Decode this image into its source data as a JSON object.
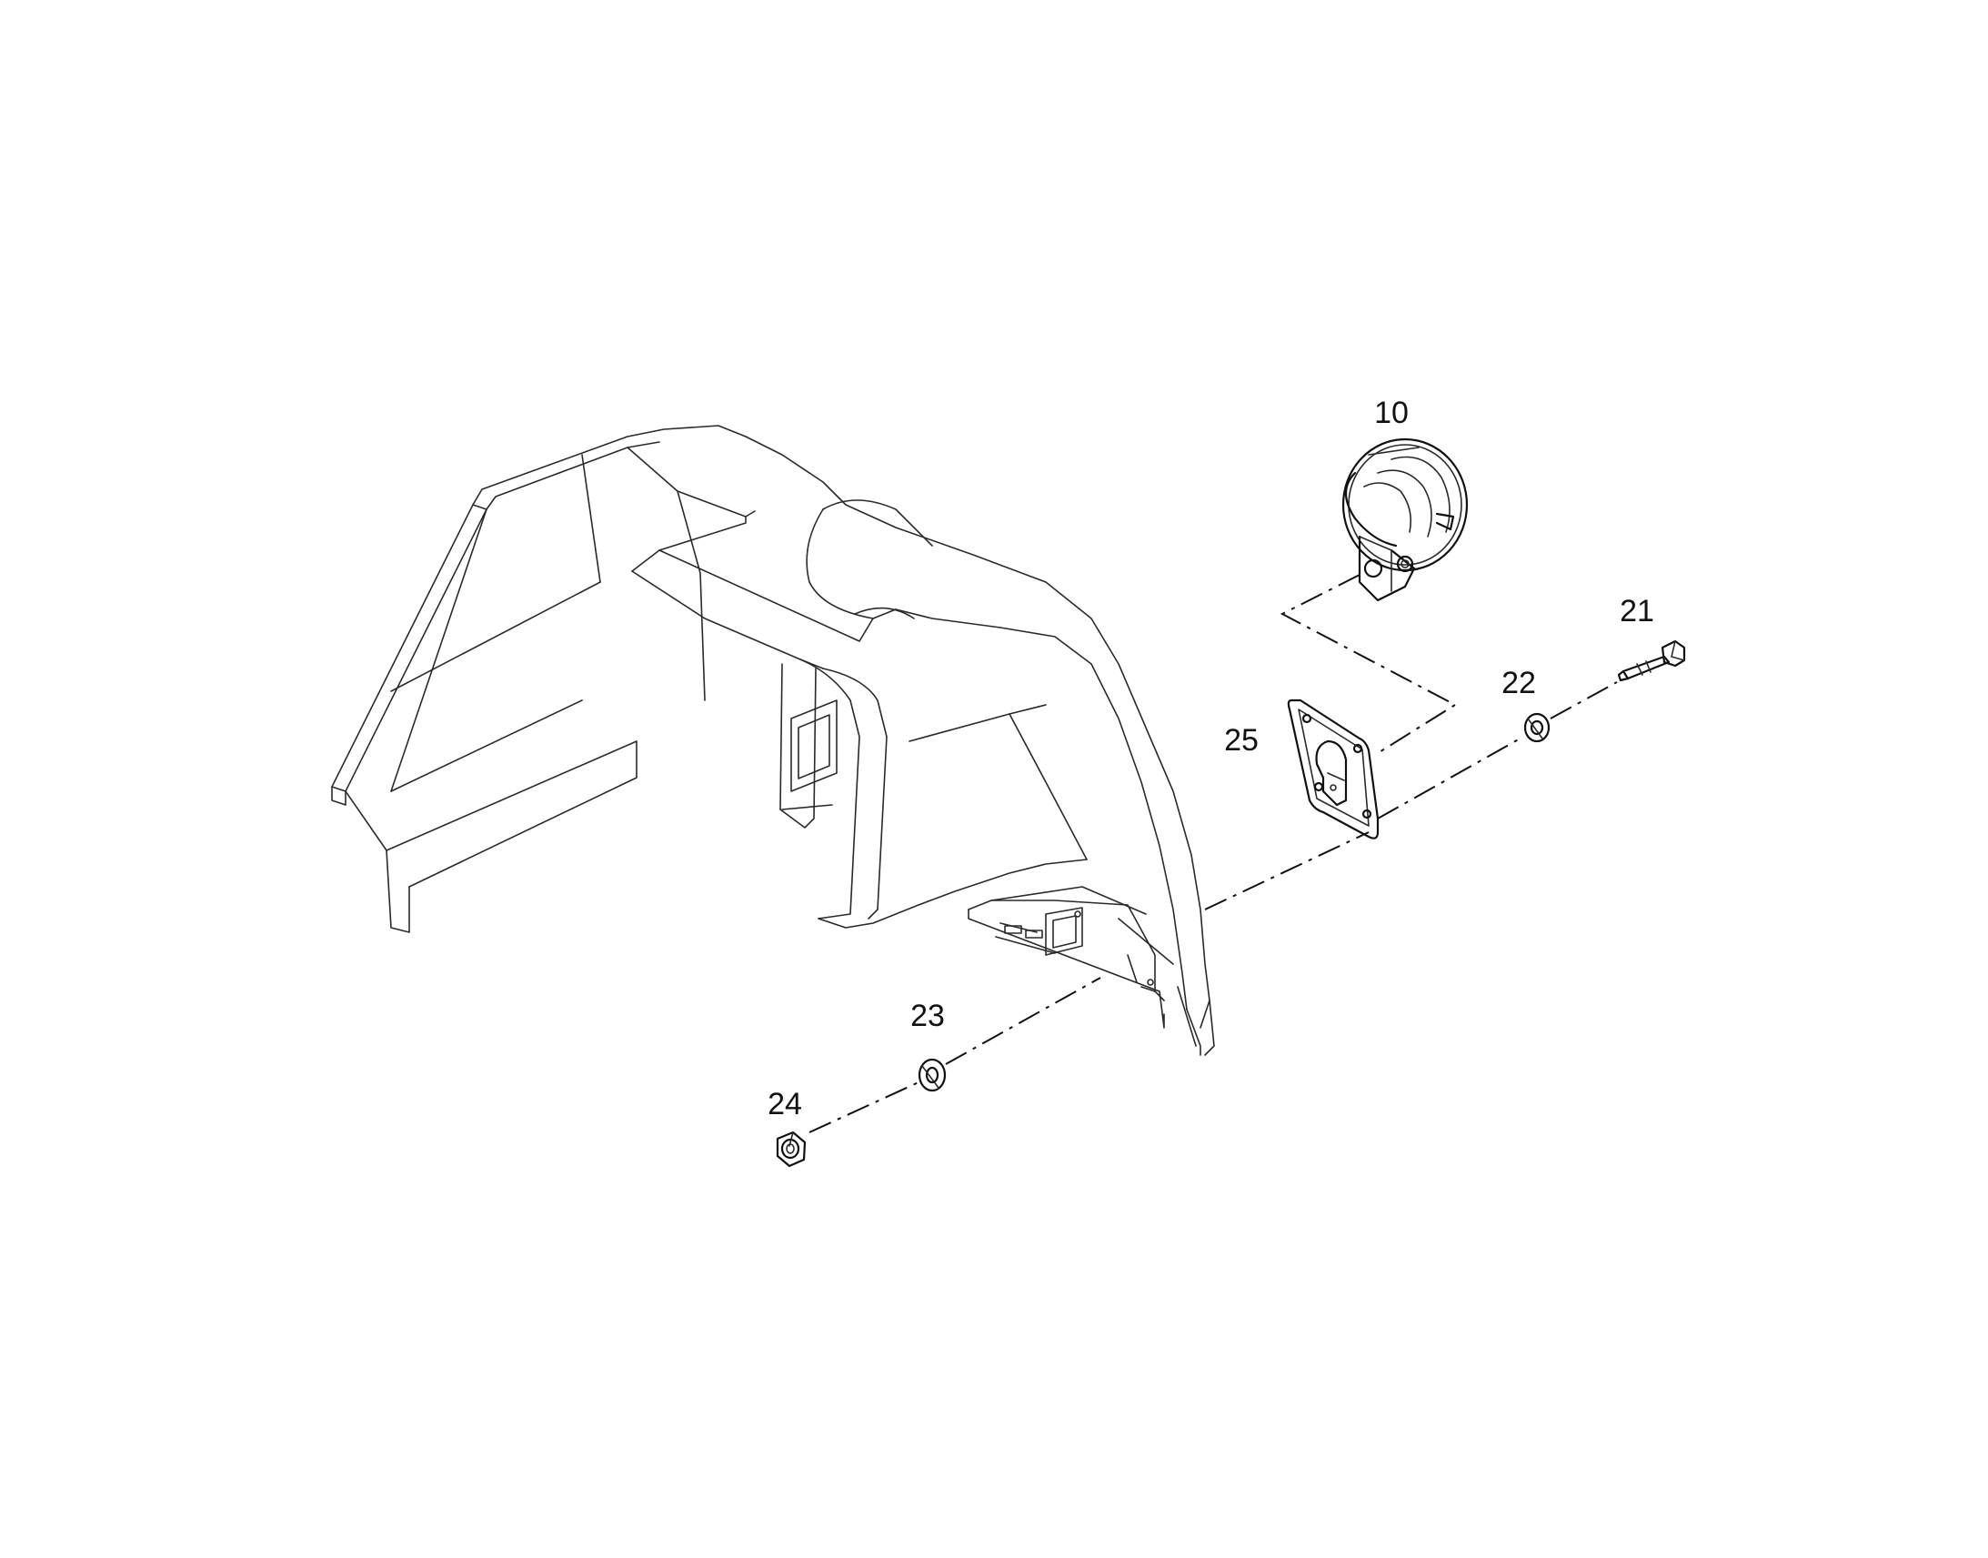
{
  "diagram": {
    "callouts": {
      "light": "10",
      "bolt": "21",
      "washer_upper": "22",
      "washer_lower": "23",
      "nut": "24",
      "bracket": "25"
    }
  },
  "colors": {
    "line": "#111111",
    "background": "#ffffff"
  }
}
